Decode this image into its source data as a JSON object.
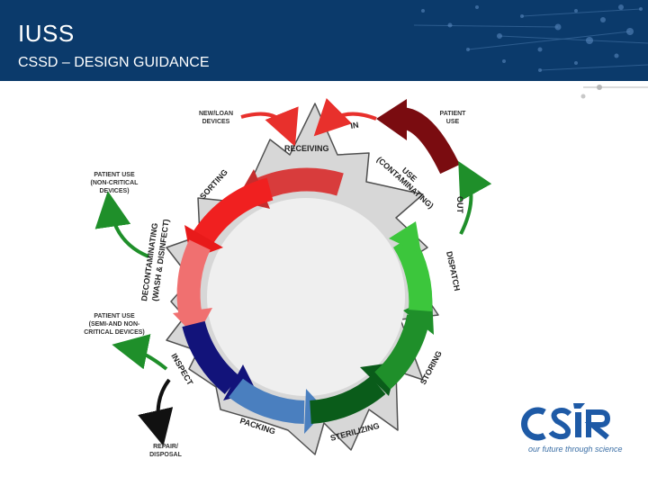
{
  "header": {
    "title": "IUSS",
    "subtitle": "CSSD – DESIGN GUIDANCE"
  },
  "diagram": {
    "stages": {
      "receiving": "RECEIVING",
      "sorting": "SORTING",
      "decontaminating": "DECONTAMINATING",
      "decontaminating_sub": "(WASH & DISINFECT)",
      "inspect": "INSPECT",
      "packing": "PACKING",
      "sterilizing": "STERILIZING",
      "storing": "STORING",
      "dispatch": "DISPATCH",
      "use": "USE",
      "use_sub": "(CONTAMINATING)"
    },
    "flows": {
      "in": "IN",
      "out": "OUT"
    },
    "external": {
      "new_loan_1": "NEW/LOAN",
      "new_loan_2": "DEVICES",
      "patient_use_1": "PATIENT",
      "patient_use_2": "USE",
      "noncritical_1": "PATIENT USE",
      "noncritical_2": "(NON-CRITICAL",
      "noncritical_3": "DEVICES)",
      "semi_1": "PATIENT USE",
      "semi_2": "(SEMI-AND NON-",
      "semi_3": "CRITICAL DEVICES)",
      "repair_1": "REPAIR/",
      "repair_2": "DISPOSAL"
    }
  },
  "logo": {
    "name": "CSIR",
    "tagline": "our future through science"
  },
  "colors": {
    "header_bg": "#0b3a6b",
    "red": "#e8302c",
    "pink": "#f07070",
    "navy": "#12137a",
    "steel_blue": "#4a7fbf",
    "dark_green": "#0a5c1a",
    "green": "#1f8f2a",
    "light_green": "#3cc63c",
    "maroon": "#7a0c10",
    "logo_blue": "#1e5aa6"
  }
}
